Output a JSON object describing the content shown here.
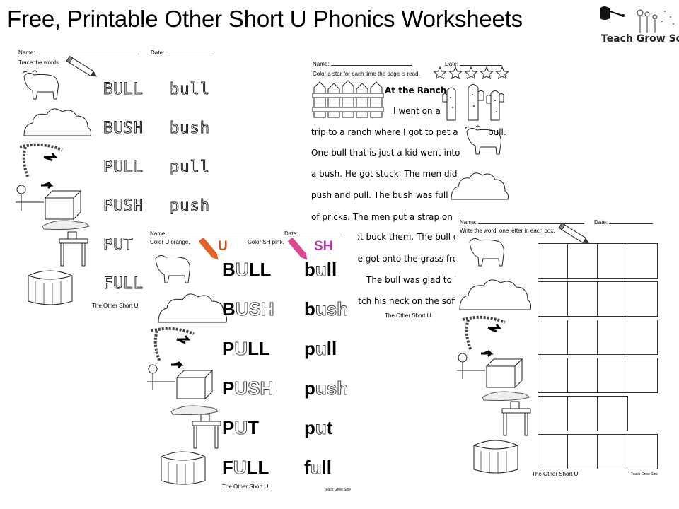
{
  "page_title": "Free, Printable Other Short U Phonics Worksheets",
  "logo_text": "Teach Grow Sow",
  "sheet1": {
    "name_label": "Name:",
    "date_label": "Date:",
    "instruction": "Trace the words.",
    "rows": [
      {
        "upper": "BULL",
        "lower": "bull",
        "picture": "bull-icon"
      },
      {
        "upper": "BUSH",
        "lower": "bush",
        "picture": "bush-icon"
      },
      {
        "upper": "PULL",
        "lower": "pull",
        "picture": "rope-icon"
      },
      {
        "upper": "PUSH",
        "lower": "push",
        "picture": "box-icon"
      },
      {
        "upper": "PUT",
        "lower": "put",
        "picture": "table-icon"
      },
      {
        "upper": "FULL",
        "lower": "full",
        "picture": "basket-icon"
      }
    ],
    "footer": "The Other Short U"
  },
  "sheet2": {
    "name_label": "Name:",
    "date_label": "Date:",
    "instruction": "Color a star for each time the page is read.",
    "story_title": "At the Ranch",
    "lines": [
      "I went on a",
      "trip to a ranch where I got to pet a",
      "bull.",
      "One bull that is just a kid went into",
      "a bush. He got stuck. The men did",
      "push and pull. The bush was full",
      "of pricks. The men put a strap on th",
      "not buck them. The bull did",
      "he got onto the grass fron",
      "The bull was glad to be",
      "ratch his neck on the soft"
    ],
    "footer": "The Other Short U",
    "stars": 5
  },
  "sheet3": {
    "name_label": "Name:",
    "date_label": "Date:",
    "instruction_left": "Color U orange.",
    "instruction_right": "Color SH pink.",
    "crayon_u_label": "U",
    "crayon_sh_label": "SH",
    "crayon_u_color": "#e0622a",
    "crayon_sh_color": "#d9478f",
    "sh_label_color": "#b23aa8",
    "u_label_color": "#c2571f",
    "rows": [
      {
        "pre": "B",
        "mid": "U",
        "post": "LL",
        "lpre": "b",
        "lmid": "u",
        "lpost": "ll"
      },
      {
        "pre": "B",
        "mid": "USH",
        "post": "",
        "lpre": "b",
        "lmid": "ush",
        "lpost": ""
      },
      {
        "pre": "P",
        "mid": "U",
        "post": "LL",
        "lpre": "p",
        "lmid": "u",
        "lpost": "ll"
      },
      {
        "pre": "P",
        "mid": "USH",
        "post": "",
        "lpre": "p",
        "lmid": "ush",
        "lpost": ""
      },
      {
        "pre": "P",
        "mid": "U",
        "post": "T",
        "lpre": "p",
        "lmid": "u",
        "lpost": "t"
      },
      {
        "pre": "F",
        "mid": "U",
        "post": "LL",
        "lpre": "f",
        "lmid": "u",
        "lpost": "ll"
      }
    ],
    "footer": "The Other Short U",
    "mini_logo": "Teach Grow Sow"
  },
  "sheet4": {
    "name_label": "Name:",
    "date_label": "Date:",
    "instruction": "Write the word: one letter in each box.",
    "box_counts": [
      4,
      4,
      4,
      4,
      3,
      4
    ],
    "footer": "The Other Short U",
    "mini_logo": "Teach Grow Sow"
  }
}
